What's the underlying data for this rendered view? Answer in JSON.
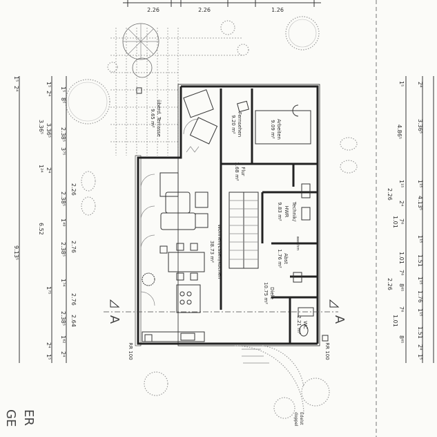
{
  "top_dimensions": [
    "2.26",
    "2.26",
    "1.26"
  ],
  "rooms": {
    "terrasse": "überd. Terrasse",
    "terrasse_area": "9.65 m²",
    "fernsehen": "Fernsehen",
    "fernsehen_area": "9.20 m²",
    "arbeiten": "Arbeiten",
    "arbeiten_area": "9.09 m²",
    "flur": "Flur",
    "flur_area": "1.68 m²",
    "technik": "Technik/",
    "hwr": "HWR",
    "technik_area": "9.83 m²",
    "wohnen": "Wohnen/Essen/Kochen",
    "wohnen_area": "38.73 m²",
    "abst": "Abst",
    "abst_area": "1.76 m²",
    "diele": "Diele",
    "diele_area": "10.75 m²",
    "wc": "WC",
    "wc_area": "2.21 m²",
    "waschm": "waschm"
  },
  "section_markers": {
    "left": "A",
    "right": "A"
  },
  "rr_labels": {
    "left": "RR 100",
    "right": "RR 100"
  },
  "left_dim_column_a": [
    "1⁵",
    "8⁵",
    "2.38⁵",
    "3⁷⁵",
    "2.38⁵",
    "1⁴⁹",
    "2.38⁵",
    "1⁷⁴",
    "2.38⁵",
    "1⁶²",
    "2⁴"
  ],
  "left_dim_column_b": [
    "1⁵",
    "2⁴",
    "3.36⁵",
    "2⁴",
    "2.26",
    "2.76",
    "1⁷⁵",
    "2.76",
    "2.64",
    "2⁴",
    "1⁵"
  ],
  "left_dim_column_c": [
    "1⁵",
    "2⁴",
    "3.36⁵",
    "1²⁴",
    "6.52",
    "9.13⁵"
  ],
  "right_dim_column_a": [
    "1⁵",
    "2⁴",
    "3.36⁵",
    "1¹⁵",
    "4.13⁵",
    "1¹⁵",
    "1.51",
    "1¹⁵",
    "1.76",
    "1¹⁵",
    "1.51",
    "2⁴",
    "1⁵"
  ],
  "right_dim_column_b": [
    "4.86⁵",
    "2.26",
    "1.01",
    "2.26",
    "1.01"
  ],
  "right_dim_column_c": [
    "1¹⁵",
    "2⁴",
    "7⁶",
    "1.01",
    "7⁶",
    "8⁶⁵",
    "7⁶",
    "8⁶⁵"
  ],
  "bottom_text_left": "ER",
  "bottom_text_left2": "GE",
  "bottom_note_line1": "Edelst",
  "bottom_note_line2": "doppel"
}
